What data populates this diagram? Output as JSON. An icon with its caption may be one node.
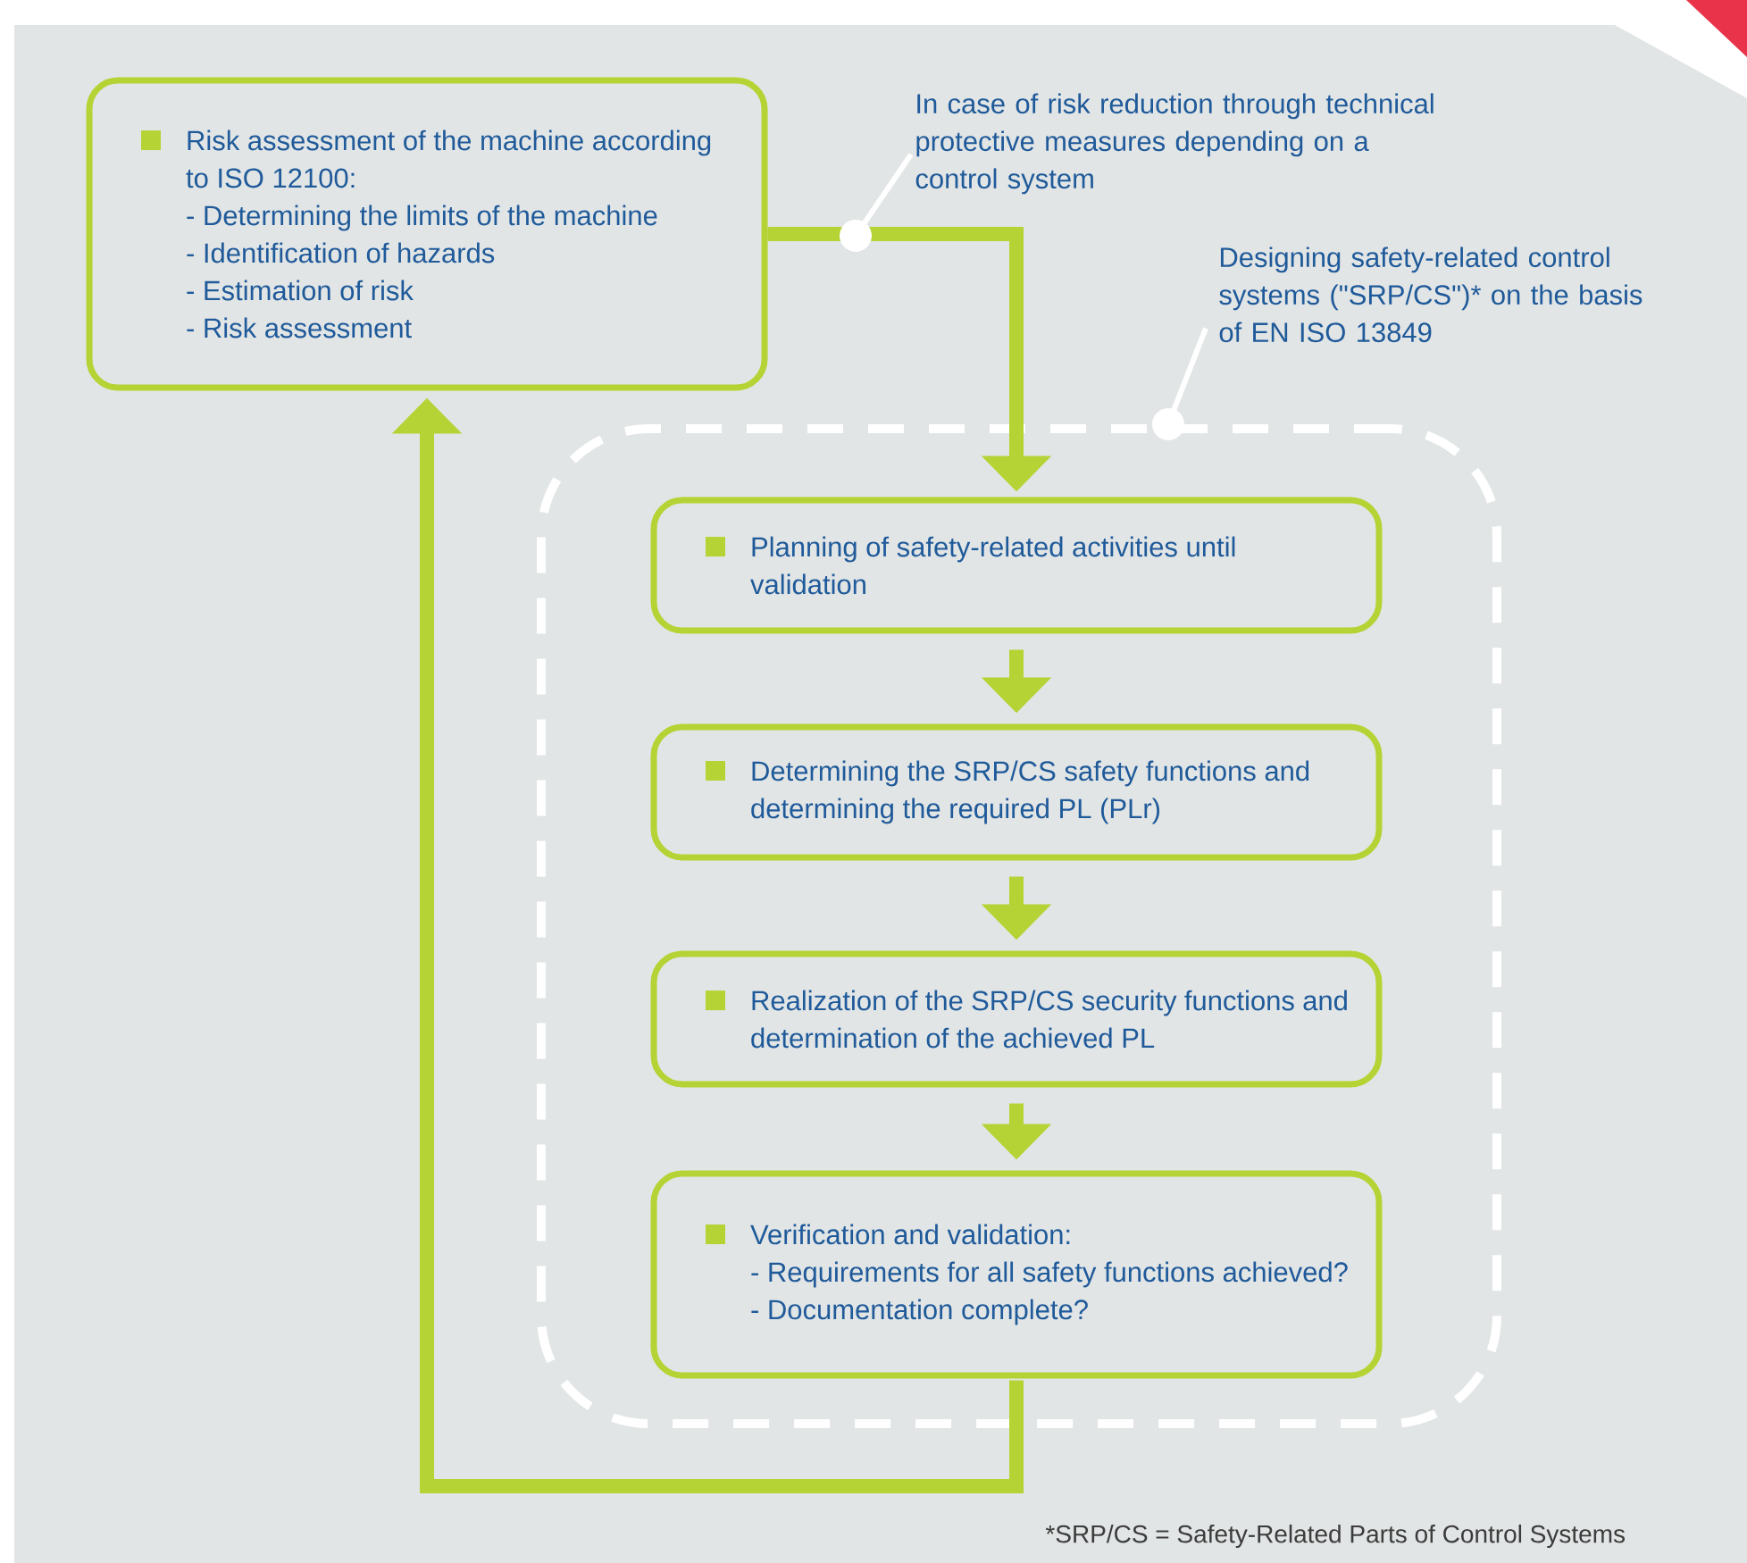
{
  "diagram": {
    "nodes": [
      {
        "text": [
          "Risk assessment of the machine according to ISO 12100:",
          "- Determining the limits of the machine",
          "- Identification of hazards",
          "- Estimation of risk",
          "- Risk assessment"
        ]
      },
      {
        "text": [
          "In case of risk reduction through technical protective measures depending on a control system"
        ]
      },
      {
        "text": [
          "Designing safety-related control systems (\"SRP/CS\")* on the basis of EN ISO 13849"
        ]
      },
      {
        "text": [],
        "shape": "box"
      },
      {
        "text": [
          "Planning of safety-related activities until validation"
        ],
        "in": 3
      },
      {
        "text": [
          "Determining the SRP/CS safety functions and determining the required PL (PLr)"
        ],
        "in": 3
      },
      {
        "text": [
          "Realization of the SRP/CS security functions and determination of the achieved PL"
        ],
        "in": 3
      },
      {
        "text": [
          "Verification and validation:",
          "- Requirements for all safety functions achieved?",
          "- Documentation complete?"
        ],
        "in": 3
      }
    ],
    "edges": [
      {
        "from": 0,
        "to": 4,
        "arrow": "to"
      },
      {
        "from": 4,
        "to": 5,
        "arrow": "to"
      },
      {
        "from": 5,
        "to": 6,
        "arrow": "to"
      },
      {
        "from": 6,
        "to": 7,
        "arrow": "to"
      },
      {
        "from": 7,
        "to": 0,
        "arrow": "to"
      },
      {
        "from": 1,
        "to": null,
        "arrow": "other",
        "color": "#ffffff"
      },
      {
        "from": 2,
        "to": 3,
        "arrow": "other",
        "color": "#ffffff"
      }
    ],
    "labels": [
      "*SRP/CS = Safety-Related Parts of Control Systems"
    ]
  }
}
